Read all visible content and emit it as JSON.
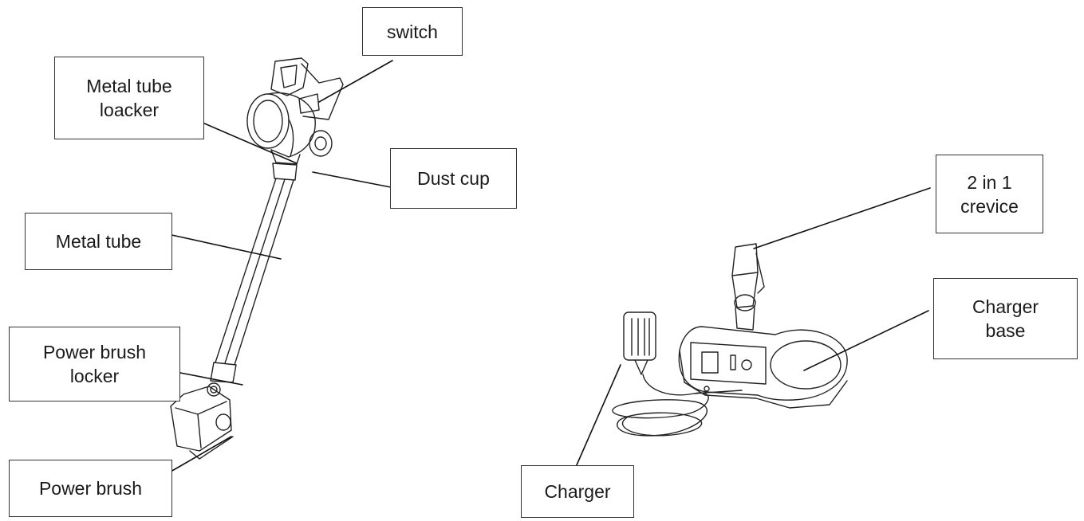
{
  "labels": {
    "switch": "switch",
    "metal_tube_locker": "Metal tube\nloacker",
    "dust_cup": "Dust cup",
    "metal_tube": "Metal tube",
    "power_brush_locker": "Power brush\nlocker",
    "power_brush": "Power brush",
    "crevice": "2 in 1\ncrevice",
    "charger_base": "Charger\nbase",
    "charger": "Charger"
  }
}
